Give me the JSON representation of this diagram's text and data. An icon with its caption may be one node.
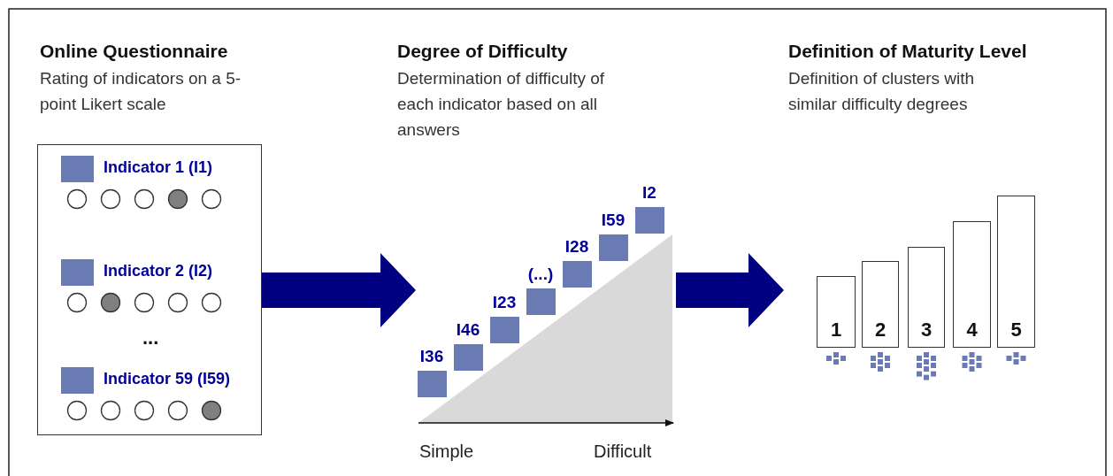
{
  "diagram": {
    "nodes": [
      {
        "text": [
          "Online Questionnaire",
          "Rating of indicators on a 5-point Likert scale"
        ]
      },
      {
        "text": [
          "Indicator 1 (I1)",
          "Indicator 2 (I2)",
          "...",
          "Indicator 59 (I59)"
        ],
        "in": 0
      },
      {
        "text": [
          "Degree of Difficulty",
          "Determination of difficulty of each indicator based on all answers"
        ]
      },
      {
        "text": [],
        "shape": "triangle"
      },
      {
        "text": [
          "Definition of Maturity Level",
          "Definition of clusters with similar difficulty degrees"
        ]
      },
      {
        "text": [
          "1"
        ],
        "in": 4
      },
      {
        "text": [
          "2"
        ],
        "in": 4
      },
      {
        "text": [
          "3"
        ],
        "in": 4
      },
      {
        "text": [
          "4"
        ],
        "in": 4
      },
      {
        "text": [
          "5"
        ],
        "in": 4
      }
    ],
    "edges": [
      {
        "from": 1,
        "to": 3,
        "arrow": "to",
        "style": "thick"
      },
      {
        "from": 3,
        "to": 4,
        "arrow": "to",
        "style": "thick"
      }
    ],
    "labels": [
      "I2",
      "I59",
      "I28",
      "(...)",
      "I23",
      "I46",
      "I36",
      "Simple",
      "Difficult"
    ]
  }
}
